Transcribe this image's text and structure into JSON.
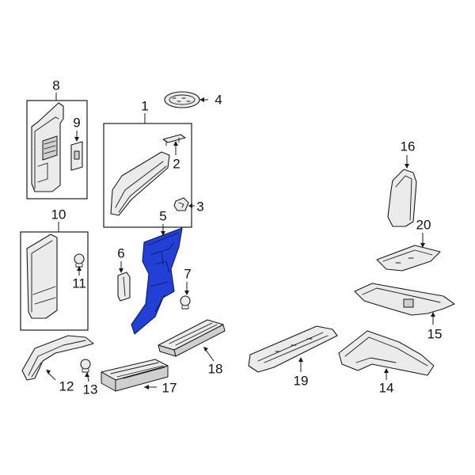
{
  "colors": {
    "highlight": "#2340d6",
    "part_fill": "#ebebeb",
    "line": "#1a1a1a",
    "background": "#ffffff"
  },
  "callouts": {
    "c1": "1",
    "c2": "2",
    "c3": "3",
    "c4": "4",
    "c5": "5",
    "c6": "6",
    "c7": "7",
    "c8": "8",
    "c9": "9",
    "c10": "10",
    "c11": "11",
    "c12": "12",
    "c13": "13",
    "c14": "14",
    "c15": "15",
    "c16": "16",
    "c17": "17",
    "c18": "18",
    "c19": "19",
    "c20": "20"
  },
  "highlighted_part": "5"
}
